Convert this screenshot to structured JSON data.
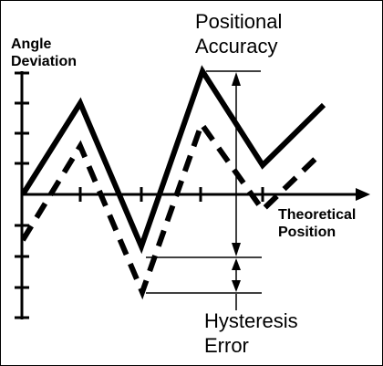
{
  "diagram": {
    "y_axis_label_line1": "Angle",
    "y_axis_label_line2": "Deviation",
    "x_axis_label_line1": "Theoretical",
    "x_axis_label_line2": "Position",
    "accuracy_label_line1": "Positional",
    "accuracy_label_line2": "Accuracy",
    "hysteresis_label_line1": "Hysteresis",
    "hysteresis_label_line2": "Error",
    "ink_color": "#000000",
    "background_color": "#ffffff"
  }
}
